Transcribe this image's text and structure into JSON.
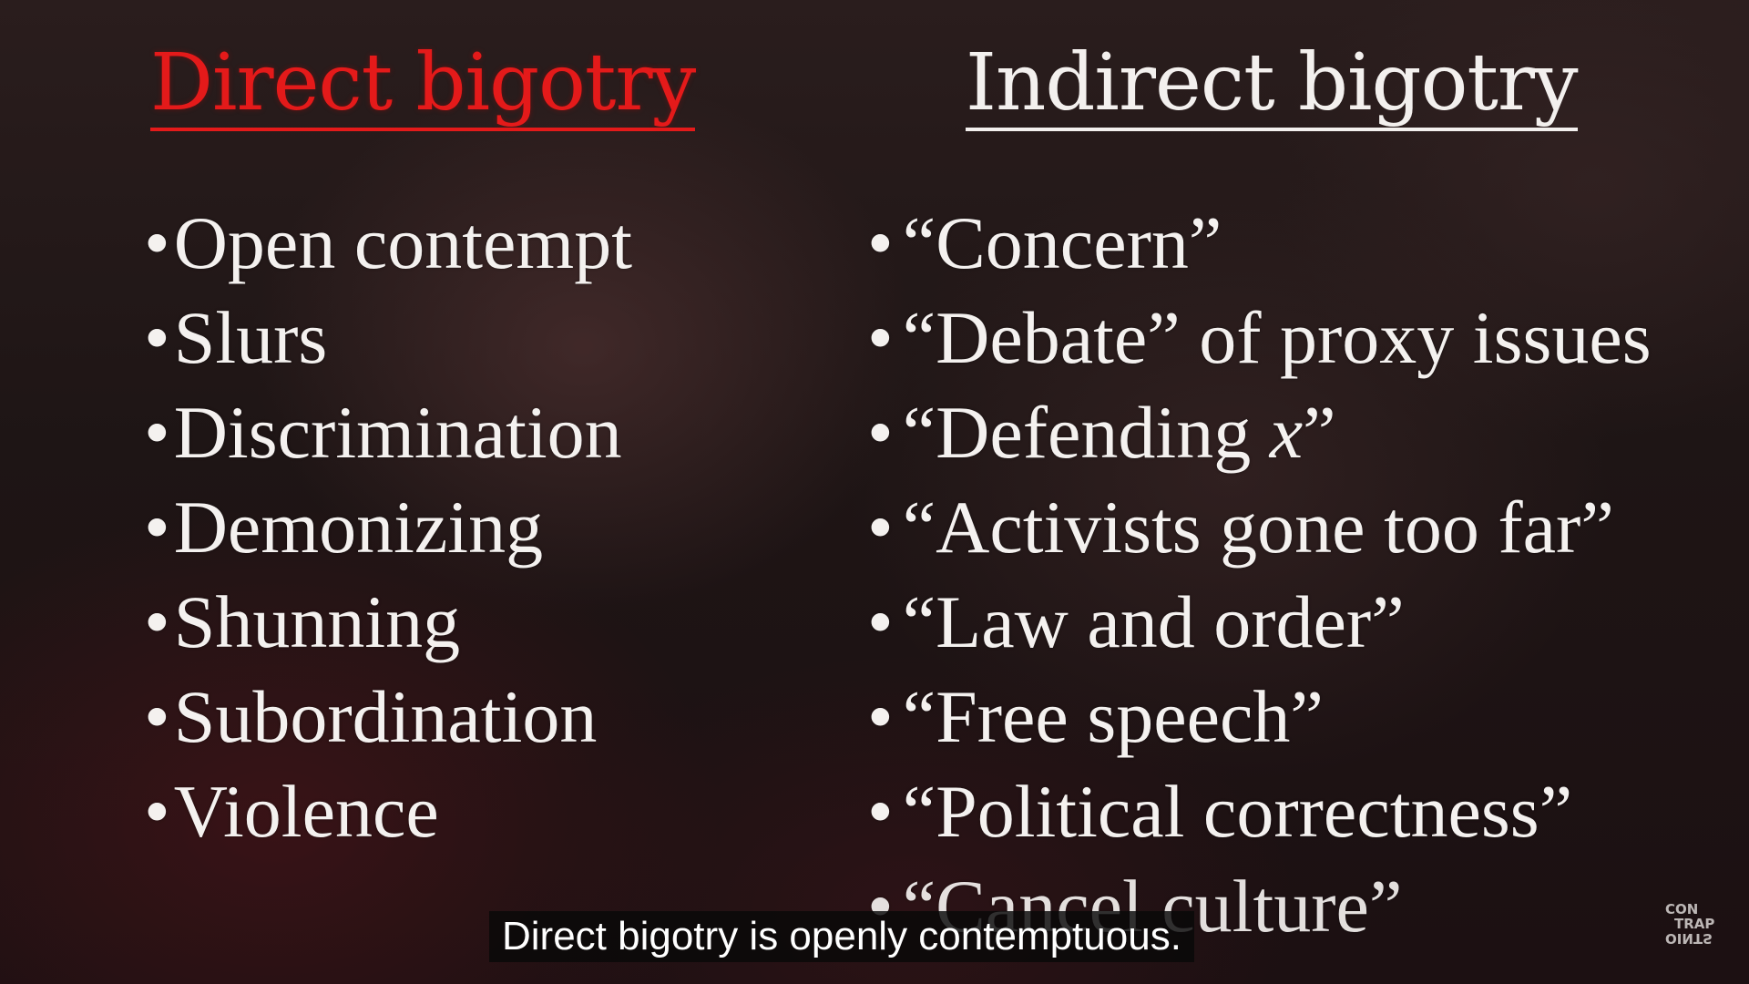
{
  "left_column": {
    "title": "Direct bigotry",
    "title_color": "#e41a1a",
    "items": [
      "Open contempt",
      "Slurs",
      "Discrimination",
      "Demonizing",
      "Shunning",
      "Subordination",
      "Violence"
    ]
  },
  "right_column": {
    "title": "Indirect bigotry",
    "title_color": "#f3f0ee",
    "items": [
      "“Concern”",
      "“Debate” of proxy issues",
      "“Defending ",
      "“Activists gone too far”",
      "“Law and order”",
      "“Free speech”",
      "“Political correctness”",
      "“Cancel culture”"
    ],
    "defending_var": "x",
    "defending_close": "”"
  },
  "bullet_char": "•",
  "subtitle": "Direct bigotry is openly contemptuous.",
  "logo": {
    "line1": "CON",
    "line2": "TRAP",
    "line3": "OINTS",
    "icon": "contrapoints-logo"
  }
}
